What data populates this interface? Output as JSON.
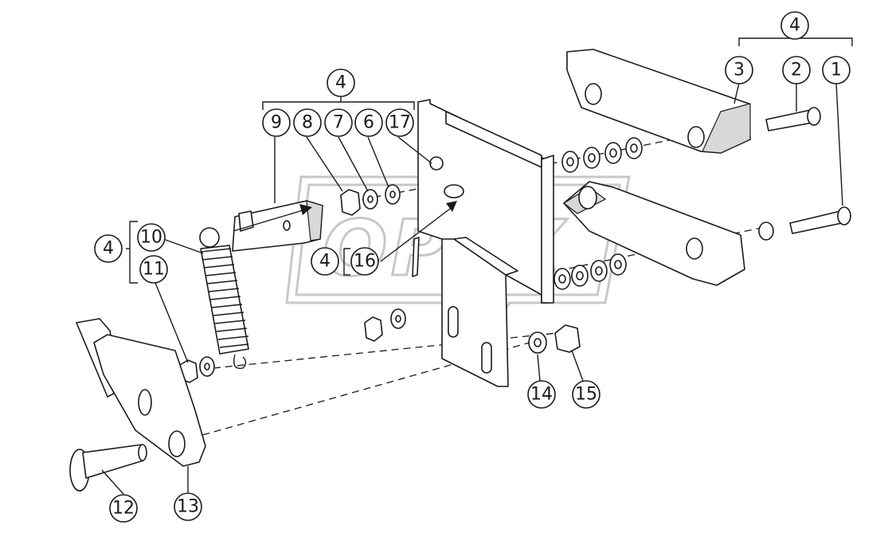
{
  "watermark": {
    "text": "OPEX"
  },
  "callouts": {
    "c1": "1",
    "c2": "2",
    "c3": "3",
    "c4a": "4",
    "c9": "9",
    "c8": "8",
    "c7": "7",
    "c6": "6",
    "c17": "17",
    "c4b": "4",
    "c4c": "4",
    "c10": "10",
    "c11": "11",
    "c4d": "4",
    "c16": "16",
    "c14": "14",
    "c15": "15",
    "c12": "12",
    "c13": "13"
  },
  "colors": {
    "line": "#1a1a1a",
    "shade": "#d8d8d8",
    "watermark": "#9a9a9a"
  }
}
